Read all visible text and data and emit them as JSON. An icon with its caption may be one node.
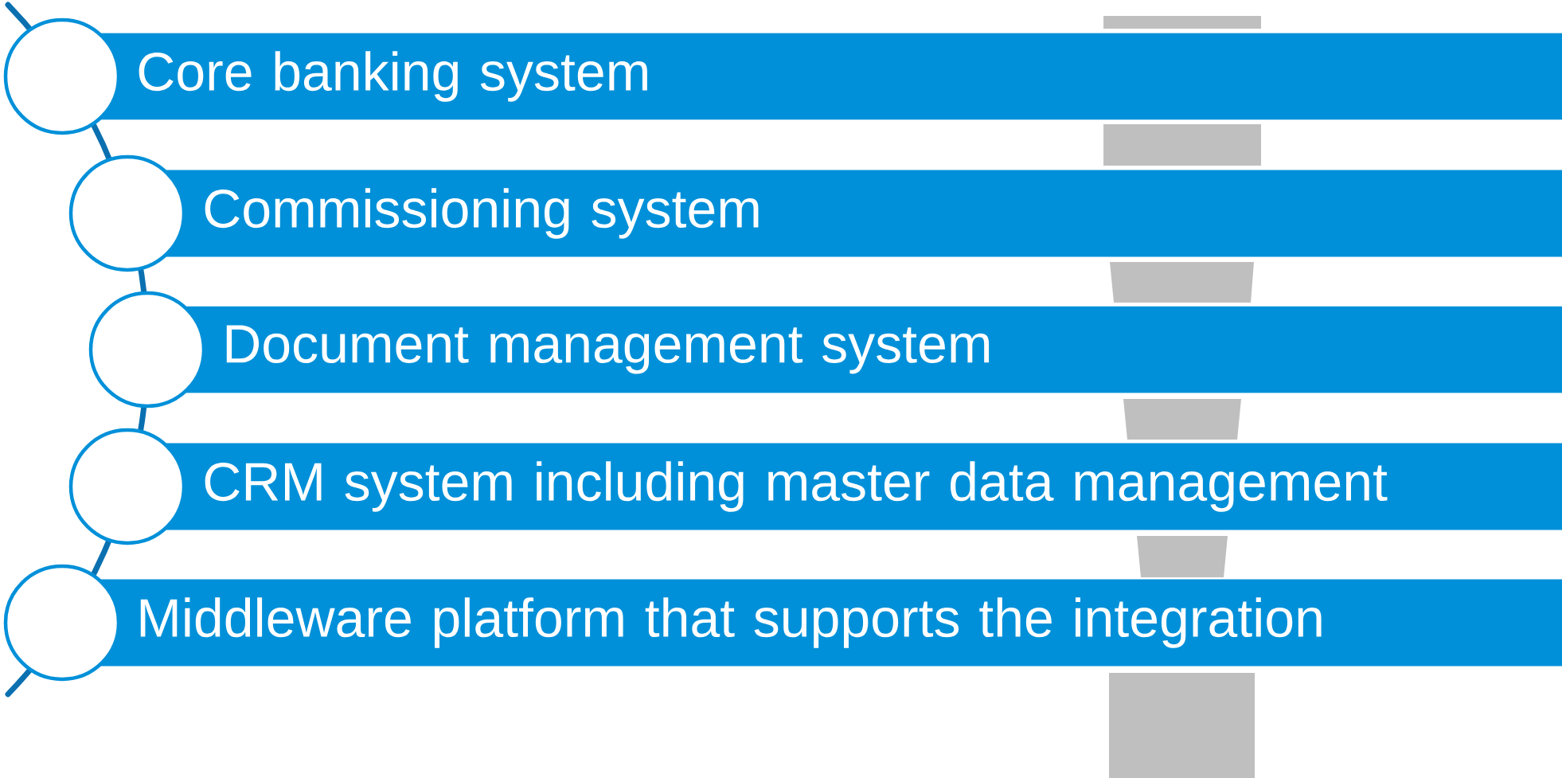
{
  "diagram": {
    "nodes": [
      {
        "text": [
          "Core banking system"
        ]
      },
      {
        "text": [
          "Commissioning system"
        ]
      },
      {
        "text": [
          "Document management system"
        ]
      },
      {
        "text": [
          "CRM system including master data management"
        ]
      },
      {
        "text": [
          "Middleware platform that supports the integration"
        ]
      }
    ]
  }
}
